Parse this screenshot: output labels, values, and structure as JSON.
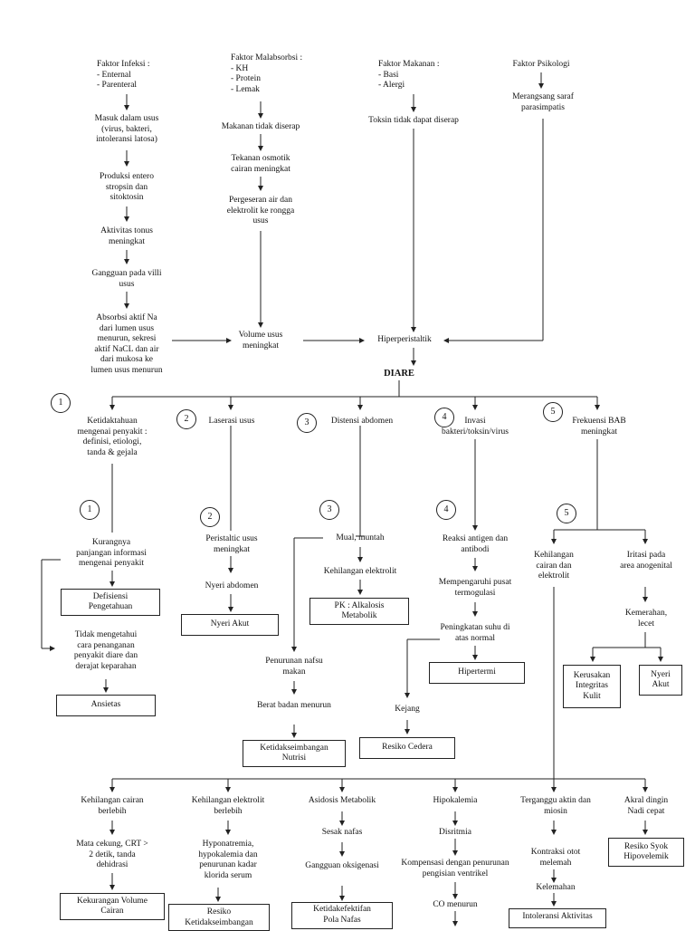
{
  "factors": {
    "infeksi": "Faktor Infeksi :\n-   Enternal\n-   Parenteral",
    "malabsorbsi": "Faktor Malabsorbsi :\n-   KH\n-   Protein\n-   Lemak",
    "makanan": "Faktor Makanan :\n-   Basi\n-   Alergi",
    "psikologi": "Faktor Psikologi"
  },
  "col1": {
    "masuk_usus": "Masuk dalam usus\n(virus, bakteri,\nintoleransi latosa)",
    "produksi": "Produksi entero\nstropsin dan\nsitoktosin",
    "aktivitas_tonus": "Aktivitas tonus\nmeningkat",
    "gangguan_villi": "Gangguan pada villi\nusus",
    "absorbsi": "Absorbsi aktif Na\ndari lumen usus\nmenurun, sekresi\naktif NaCL dan air\ndari mukosa ke\nlumen usus menurun"
  },
  "col2": {
    "makanan_tidak_diserap": "Makanan tidak diserap",
    "tekanan_osmotik": "Tekanan osmotik\ncairan meningkat",
    "pergeseran": "Pergeseran air dan\nelektrolit ke rongga\nusus",
    "volume_usus": "Volume usus\nmeningkat"
  },
  "col3": {
    "toksin": "Toksin tidak dapat diserap",
    "hiperperistaltik": "Hiperperistaltik"
  },
  "col4": {
    "merangsang": "Merangsang saraf\nparasimpatis"
  },
  "diare": "DIARE",
  "branches": {
    "b1": "Ketidaktahuan\nmengenai penyakit :\ndefinisi, etiologi,\ntanda & gejala",
    "b2": "Laserasi usus",
    "b3": "Distensi abdomen",
    "b4": "Invasi\nbakteri/toksin/virus",
    "b5": "Frekuensi BAB\nmeningkat"
  },
  "circles": [
    "1",
    "2",
    "3",
    "4",
    "5"
  ],
  "branch1": {
    "kurangnya": "Kurangnya\npanjangan informasi\nmengenai penyakit",
    "defisiensi": "Defisiensi\nPengetahuan",
    "tidak_mengetahui": "Tidak mengetahui\ncara penanganan\npenyakit diare dan\nderajat keparahan",
    "ansietas": "Ansietas"
  },
  "branch2": {
    "peristaltic": "Peristaltic usus\nmeningkat",
    "nyeri_abdomen": "Nyeri abdomen",
    "nyeri_akut": "Nyeri Akut"
  },
  "branch3": {
    "mual": "Mual, muntah",
    "kehilangan_elektrolit": "Kehilangan elektrolit",
    "pk": "PK : Alkalosis\nMetabolik",
    "penurunan_nafsu": "Penurunan nafsu\nmakan",
    "berat_badan": "Berat badan menurun",
    "ketidakseimbangan_nutrisi": "Ketidakseimbangan\nNutrisi"
  },
  "branch4": {
    "reaksi": "Reaksi antigen dan\nantibodi",
    "mempengaruhi": "Mempengaruhi pusat\ntermogulasi",
    "peningkatan_suhu": "Peningkatan suhu di\natas normal",
    "hipertermi": "Hipertermi",
    "kejang": "Kejang",
    "resiko_cedera": "Resiko Cedera"
  },
  "branch5": {
    "kehilangan_cairan": "Kehilangan\ncairan dan\nelektrolit",
    "iritasi": "Iritasi pada\narea anogenital",
    "kemerahan": "Kemerahan,\nlecet",
    "kerusakan": "Kerusakan\nIntegritas\nKulit",
    "nyeri_akut": "Nyeri\nAkut"
  },
  "bottom": {
    "c1": {
      "head": "Kehilangan cairan\nberlebih",
      "mid": "Mata cekung, CRT >\n2 detik, tanda\ndehidrasi",
      "box": "Kekurangan Volume\nCairan"
    },
    "c2": {
      "head": "Kehilangan elektrolit\nberlebih",
      "mid": "Hyponatremia,\nhypokalemia dan\npenurunan kadar\nklorida serum",
      "box": "Resiko\nKetidakseimbangan"
    },
    "c3": {
      "head": "Asidosis Metabolik",
      "mid1": "Sesak nafas",
      "mid2": "Gangguan oksigenasi",
      "box": "Ketidakefektifan\nPola Nafas"
    },
    "c4": {
      "head": "Hipokalemia",
      "mid1": "Disritmia",
      "mid2": "Kompensasi dengan penurunan\npengisian ventrikel",
      "mid3": "CO menurun"
    },
    "c5": {
      "head": "Terganggu aktin dan\nmiosin",
      "mid1": "Kontraksi otot\nmelemah",
      "mid2": "Kelemahan",
      "box": "Intoleransi Aktivitas"
    },
    "c6": {
      "head": "Akral dingin\nNadi cepat",
      "box": "Resiko Syok\nHipovelemik"
    }
  }
}
